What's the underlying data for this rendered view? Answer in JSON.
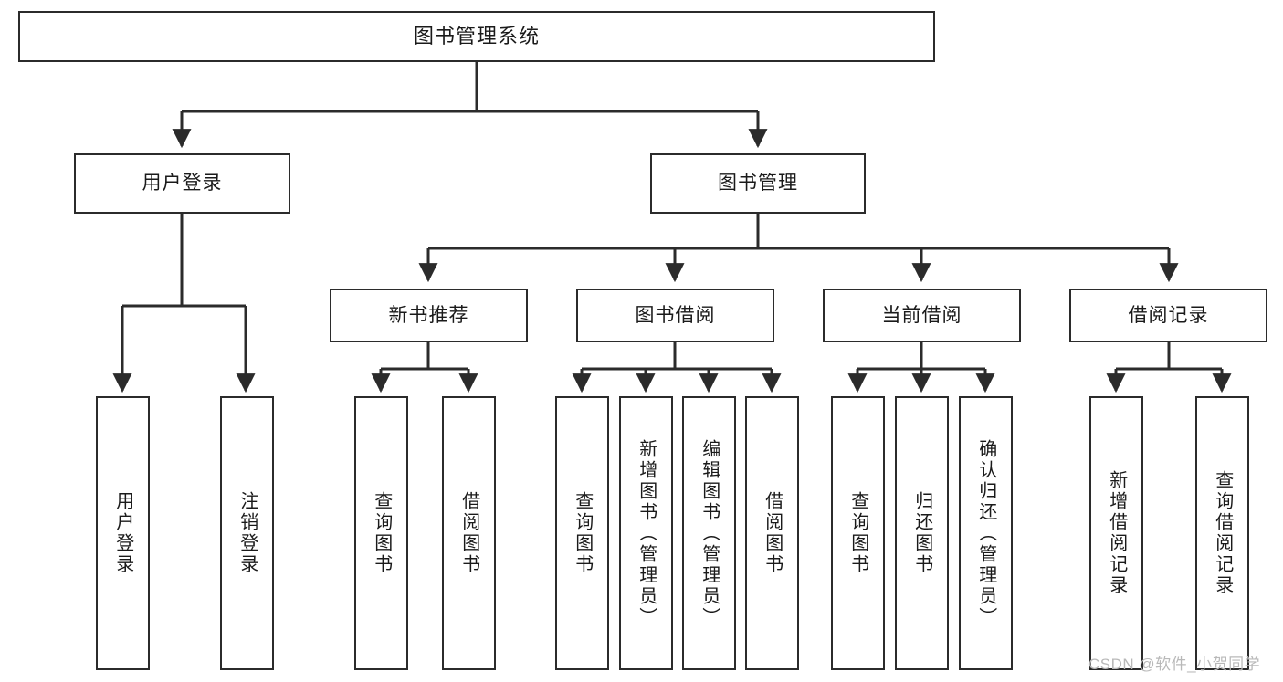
{
  "diagram": {
    "title": "图书管理系统",
    "type": "tree",
    "stroke_color": "#2b2b2b",
    "background_color": "#ffffff",
    "text_color": "#1a1a1a",
    "watermark": "CSDN @软件_小贺同学",
    "watermark_color": "#b9b9b9",
    "levels": {
      "root": {
        "label": "图书管理系统"
      },
      "level2": [
        {
          "label": "用户登录"
        },
        {
          "label": "图书管理"
        }
      ],
      "level3": [
        {
          "label": "新书推荐"
        },
        {
          "label": "图书借阅"
        },
        {
          "label": "当前借阅"
        },
        {
          "label": "借阅记录"
        }
      ],
      "leaves": {
        "user_login": [
          {
            "label": "用户登录"
          },
          {
            "label": "注销登录"
          }
        ],
        "new_book_recommend": [
          {
            "label": "查询图书"
          },
          {
            "label": "借阅图书"
          }
        ],
        "book_borrow": [
          {
            "label": "查询图书"
          },
          {
            "label": "新增图书（管理员）"
          },
          {
            "label": "编辑图书（管理员）"
          },
          {
            "label": "借阅图书"
          }
        ],
        "current_borrow": [
          {
            "label": "查询图书"
          },
          {
            "label": "归还图书"
          },
          {
            "label": "确认归还（管理员）"
          }
        ],
        "borrow_record": [
          {
            "label": "新增借阅记录"
          },
          {
            "label": "查询借阅记录"
          }
        ]
      }
    }
  }
}
